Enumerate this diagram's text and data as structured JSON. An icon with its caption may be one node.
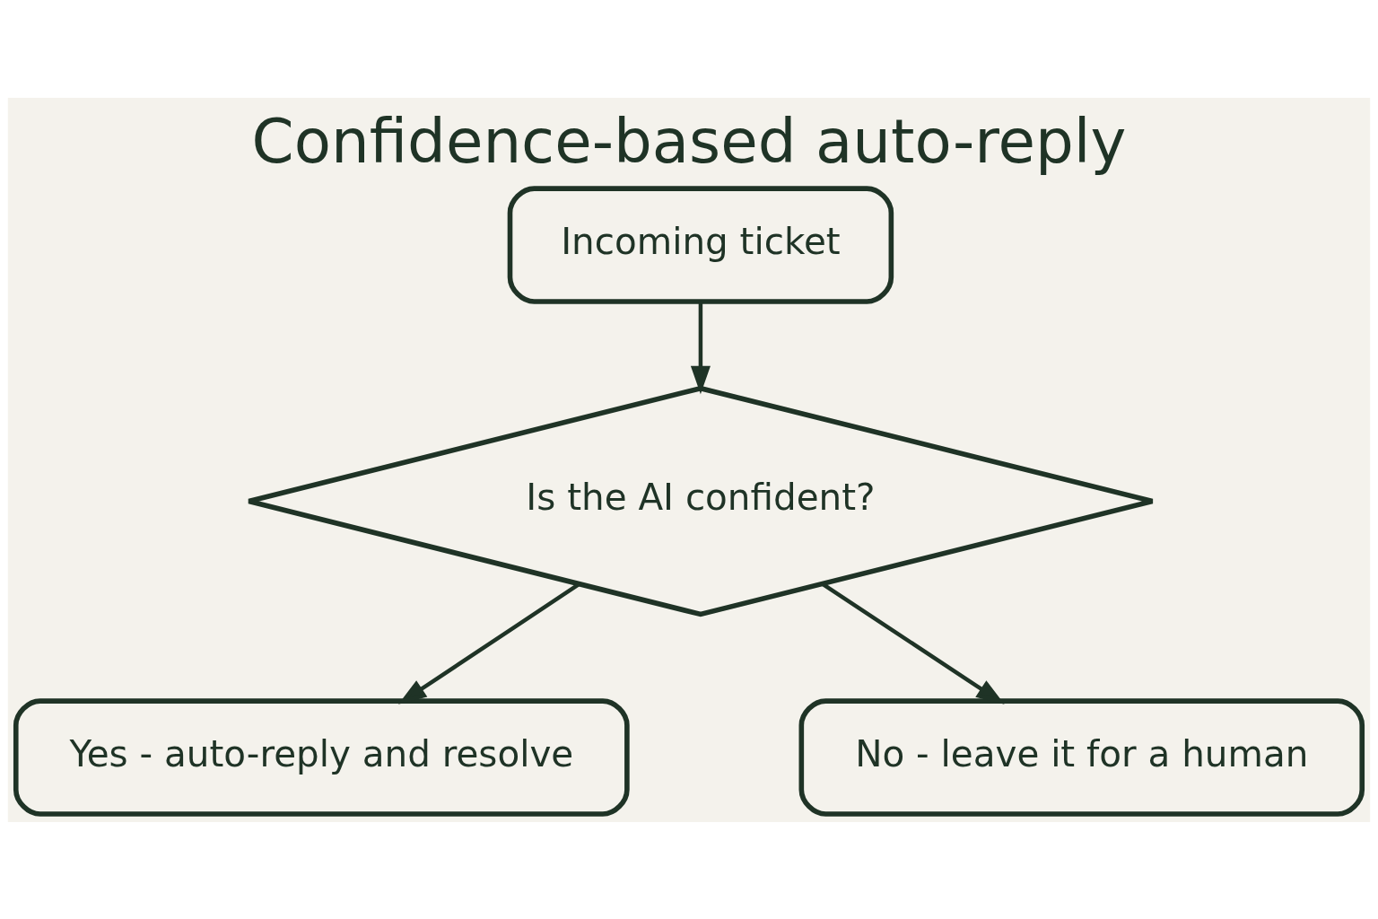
{
  "diagram": {
    "title": "Confidence-based auto-reply",
    "nodes": [
      {
        "text": [
          "Incoming ticket"
        ]
      },
      {
        "text": [
          "Is the AI confident?"
        ]
      },
      {
        "text": [
          "Yes - auto-reply and resolve"
        ]
      },
      {
        "text": [
          "No - leave it for a human"
        ]
      }
    ],
    "edges": [
      {
        "from": 0,
        "to": 1,
        "arrow": "to"
      },
      {
        "from": 1,
        "to": 2,
        "arrow": "to"
      },
      {
        "from": 1,
        "to": 3,
        "arrow": "to"
      }
    ]
  }
}
